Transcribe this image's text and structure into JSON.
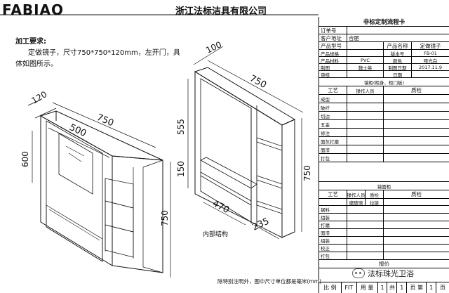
{
  "header": {
    "logo": "FABIAO",
    "company": "浙江法标洁具有限公司"
  },
  "requirements": {
    "title": "加工要求:",
    "text": "定做镜子，尺寸750*750*120mm，左开门，具体如图所示。"
  },
  "left_drawing": {
    "dim_depth": "120",
    "dim_width": "750",
    "dim_door": "500",
    "dim_door_height": "600",
    "dim_height": "750"
  },
  "right_drawing": {
    "dim_depth": "100",
    "dim_width": "750",
    "dim_upper": "555",
    "dim_lower": "150",
    "dim_bottom_width": "470",
    "dim_side_width": "235",
    "dim_height": "750",
    "label": "内部结构"
  },
  "note": "除特别注明外，图中尺寸单位都是毫米(mm)",
  "card": {
    "title": "非标定制流程卡",
    "order_no_label": "订单号",
    "customer_label": "客户地址",
    "customer_value": "合肥",
    "model_label": "产品型号",
    "name_label": "产品名称",
    "name_value": "定做镜子",
    "spec_label": "产品规格",
    "version_label": "版本号",
    "version_value": "FB-01",
    "material_label": "产品材料",
    "material_value": "PVC",
    "color_label": "颜色",
    "color_value": "哑光白",
    "maker_label": "制图",
    "maker_value": "魏士英",
    "date_label": "制图日期",
    "date_value": "2017.11.9",
    "review_label": "审核",
    "review_value": "日期",
    "cabinet_section": "镜柜(柜身、柜门板)",
    "craft_label": "工艺",
    "operator_label": "操作人员",
    "quality_label": "质检",
    "cabinet_steps": [
      "成型",
      "破纤",
      "切边",
      "五金",
      "修注",
      "面灰打磨",
      "面漆",
      "打包"
    ],
    "frame_section": "镜面柜",
    "frame_operator_a": "操作人员",
    "frame_operator_b": "质检",
    "frame_glass": "磨玻璃",
    "frame_assembly": "拉链",
    "frame_steps": [
      "锯料",
      "组装",
      "打磨",
      "面漆",
      "组装",
      "校正",
      "打包"
    ],
    "quote_label": "报价"
  },
  "footer": {
    "ratio_label": "比 例",
    "ratio_value": "FIT",
    "qty_label": "用 量",
    "qty_value": "1",
    "total_label": "共",
    "total_value": "1",
    "page_label": "页 第",
    "page_value": "1",
    "page_suffix": "页"
  },
  "watermark": "法标珠光卫浴"
}
